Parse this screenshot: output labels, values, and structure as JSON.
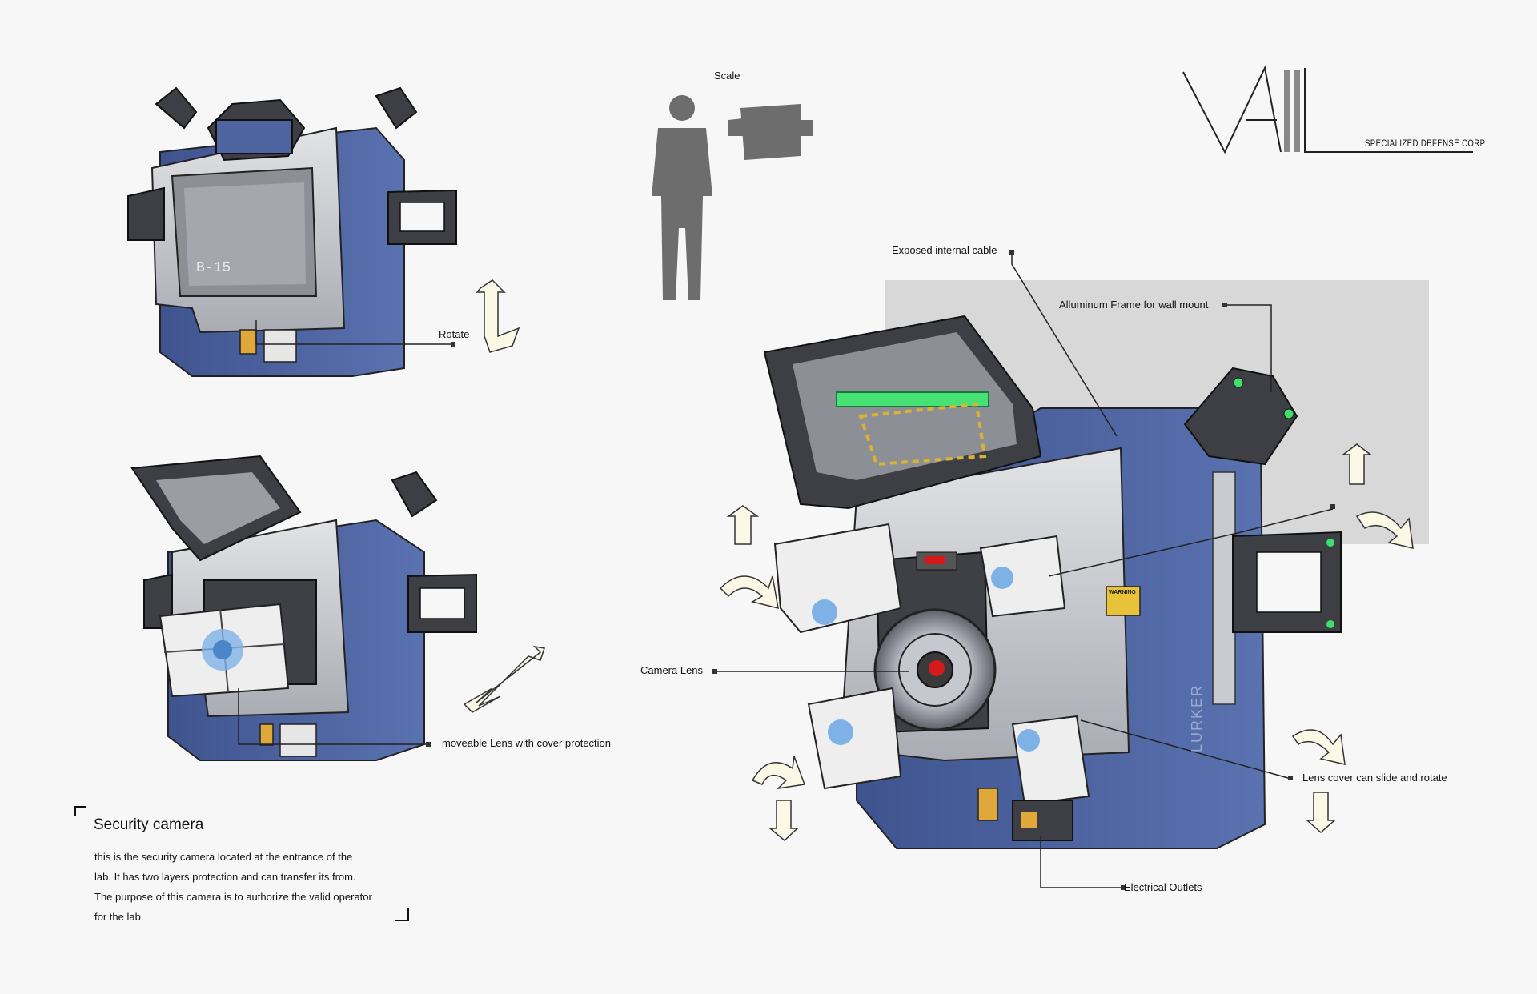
{
  "brand": {
    "logo_text": "VAIL",
    "tagline": "SPECIALIZED DEFENSE CORP"
  },
  "scale": {
    "label": "Scale"
  },
  "callouts": {
    "rotate": "Rotate",
    "moveable_lens": "moveable Lens with cover protection",
    "exposed_cable": "Exposed internal cable",
    "aluminum_frame": "Alluminum Frame for wall mount",
    "camera_lens": "Camera Lens",
    "lens_cover": "Lens cover can slide and rotate",
    "electrical_outlets": "Electrical Outlets"
  },
  "panel_markings": {
    "small_unit_id": "B-15",
    "side_name": "LURKER",
    "warning_title": "WARNING"
  },
  "description": {
    "title": "Security camera",
    "lines": [
      "this is the security camera located at the entrance of the",
      "lab. It has two layers protection and can transfer its from.",
      "The purpose of this camera is to authorize the valid operator",
      "for the lab."
    ]
  },
  "colors": {
    "body_blue": "#4e64a0",
    "frame_gray": "#c9ccd2",
    "dark_bracket": "#3d3f45",
    "accent_green": "#3ee06a",
    "lens_red": "#d41a1a",
    "arrow_fill": "#fbf8e6"
  }
}
